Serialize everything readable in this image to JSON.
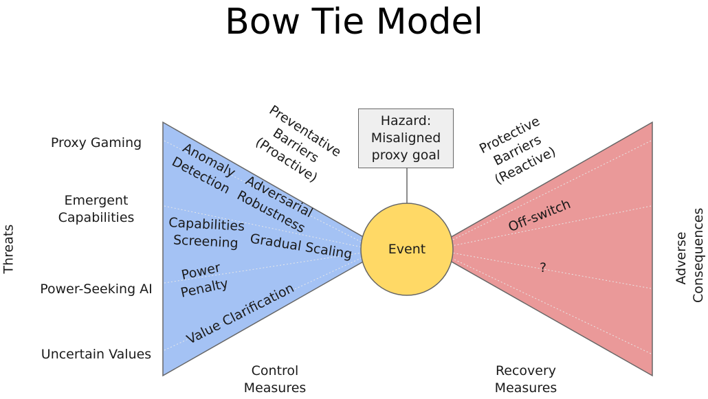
{
  "title": "Bow Tie Model",
  "colors": {
    "threat_side": "#a4c2f4",
    "consequence_side": "#ea9999",
    "event": "#ffd966",
    "hazard_box": "#efefef",
    "outline": "#666666"
  },
  "threats": {
    "axis_label": "Threats",
    "items": [
      "Proxy Gaming",
      "Emergent Capabilities",
      "Power-Seeking AI",
      "Uncertain Values"
    ]
  },
  "hazard": {
    "lines": [
      "Hazard:",
      "Misaligned",
      "proxy goal"
    ]
  },
  "event": {
    "label": "Event"
  },
  "preventative_barriers": {
    "lines": [
      "Preventative",
      "Barriers",
      "(Proactive)"
    ],
    "items": [
      [
        "Anomaly",
        "Detection"
      ],
      [
        "Adversarial",
        "Robustness"
      ],
      [
        "Capabilities",
        "Screening"
      ],
      [
        "Gradual Scaling"
      ],
      [
        "Power",
        "Penalty"
      ],
      [
        "Value Clarification"
      ]
    ]
  },
  "protective_barriers": {
    "lines": [
      "Protective",
      "Barriers",
      "(Reactive)"
    ],
    "items": [
      "Off-switch",
      "?"
    ]
  },
  "consequences": {
    "axis_label_lines": [
      "Adverse",
      "Consequences"
    ]
  },
  "bottom_labels": {
    "control": [
      "Control",
      "Measures"
    ],
    "recovery": [
      "Recovery",
      "Measures"
    ]
  }
}
